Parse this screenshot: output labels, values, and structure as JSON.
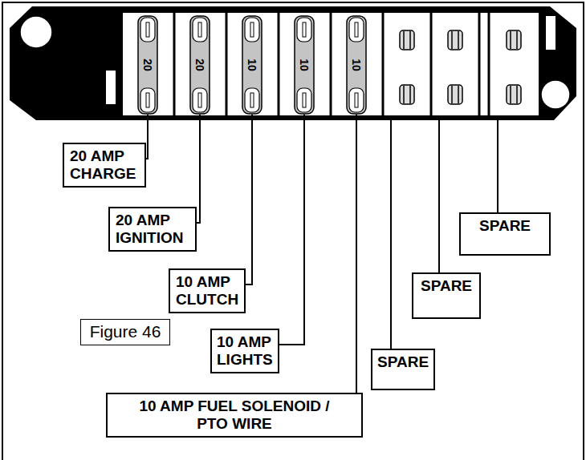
{
  "diagram": {
    "nodes": [
      {
        "text": [
          "20"
        ]
      },
      {
        "text": [
          "20"
        ]
      },
      {
        "text": [
          "10"
        ]
      },
      {
        "text": [
          "10"
        ]
      },
      {
        "text": [
          "10"
        ]
      },
      {
        "text": [
          "20 AMP CHARGE"
        ]
      },
      {
        "text": [
          "20 AMP IGNITION"
        ]
      },
      {
        "text": [
          "10 AMP CLUTCH"
        ]
      },
      {
        "text": [
          "10 AMP LIGHTS"
        ]
      },
      {
        "text": [
          "10 AMP FUEL SOLENOID / PTO WIRE"
        ]
      },
      {
        "text": [
          "SPARE"
        ]
      },
      {
        "text": [
          "SPARE"
        ]
      },
      {
        "text": [
          "SPARE"
        ]
      },
      {
        "text": [
          "Figure 46"
        ]
      }
    ],
    "edges": [
      {
        "from": 0,
        "to": 5,
        "arrow": "none"
      },
      {
        "from": 1,
        "to": 6,
        "arrow": "none"
      },
      {
        "from": 2,
        "to": 7,
        "arrow": "none"
      },
      {
        "from": 3,
        "to": 8,
        "arrow": "none"
      },
      {
        "from": 4,
        "to": 9,
        "arrow": "none"
      }
    ]
  }
}
